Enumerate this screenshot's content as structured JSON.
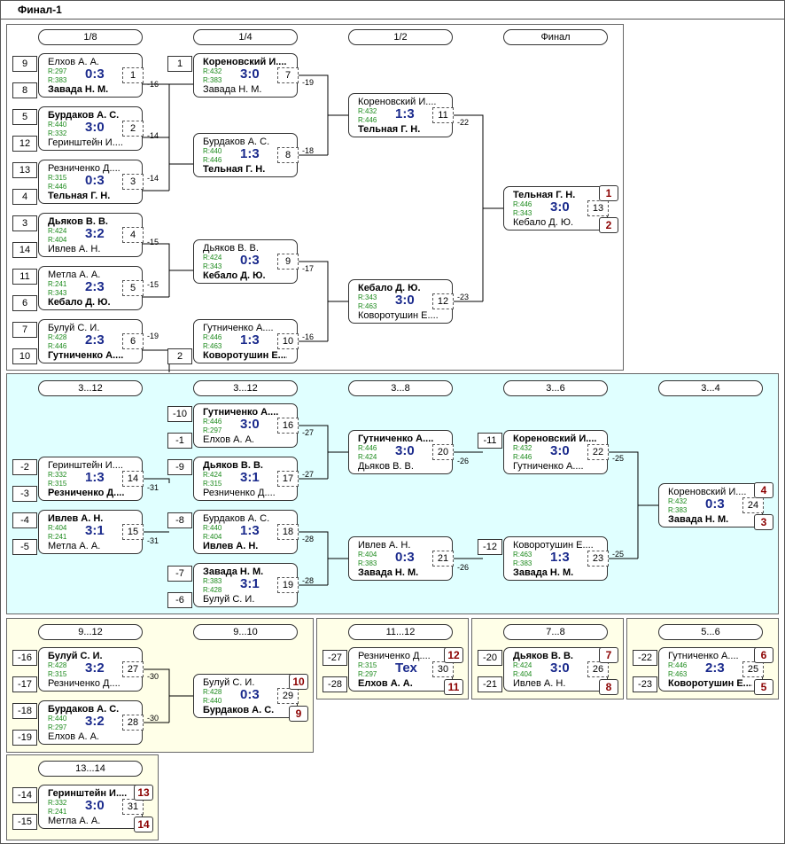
{
  "tab": {
    "title": "Финал-1"
  },
  "sections": [
    {
      "id": "s1",
      "bg": "#ffffff"
    },
    {
      "id": "s2",
      "bg": "#e0ffff"
    },
    {
      "id": "s3",
      "bg": "#ffffe8"
    },
    {
      "id": "s4",
      "bg": "#ffffe8"
    },
    {
      "id": "s5",
      "bg": "#ffffe8"
    },
    {
      "id": "s6",
      "bg": "#ffffe8"
    },
    {
      "id": "s7",
      "bg": "#ffffe8"
    }
  ],
  "round_labels": [
    "1/8",
    "1/4",
    "1/2",
    "Финал",
    "3...12",
    "3...12",
    "3...8",
    "3...6",
    "3...4",
    "9...12",
    "9...10",
    "11...12",
    "7...8",
    "5...6",
    "13...14"
  ],
  "seeds": [
    "9",
    "8",
    "5",
    "12",
    "13",
    "4",
    "3",
    "14",
    "11",
    "6",
    "7",
    "10",
    "1",
    "2",
    "-2",
    "-3",
    "-4",
    "-5",
    "-10",
    "-1",
    "-9",
    "-11",
    "-8",
    "-7",
    "-6",
    "-12",
    "-16",
    "-17",
    "-18",
    "-19",
    "-27",
    "-28",
    "-20",
    "-21",
    "-22",
    "-23",
    "-14",
    "-15"
  ],
  "places": [
    "1",
    "2",
    "4",
    "3",
    "10",
    "9",
    "12",
    "11",
    "7",
    "8",
    "6",
    "5",
    "13",
    "14"
  ],
  "feeds": [
    "-16",
    "-14",
    "-14",
    "-15",
    "-15",
    "-19",
    "-19",
    "-18",
    "-17",
    "-16",
    "-22",
    "-23",
    "-31",
    "-31",
    "-27",
    "-27",
    "-28",
    "-28",
    "-26",
    "-26",
    "-25",
    "-25",
    "-30",
    "-30"
  ],
  "matches": [
    {
      "no": "1",
      "top": "Елхов А. А.",
      "bot": "Завада Н. М.",
      "r1": "R:297",
      "r2": "R:383",
      "score": "0:3",
      "w": 2
    },
    {
      "no": "2",
      "top": "Бурдаков А. С.",
      "bot": "Геринштейн И....",
      "r1": "R:440",
      "r2": "R:332",
      "score": "3:0",
      "w": 1
    },
    {
      "no": "3",
      "top": "Резниченко Д....",
      "bot": "Тельная Г. Н.",
      "r1": "R:315",
      "r2": "R:446",
      "score": "0:3",
      "w": 2
    },
    {
      "no": "4",
      "top": "Дьяков В. В.",
      "bot": "Ивлев А. Н.",
      "r1": "R:424",
      "r2": "R:404",
      "score": "3:2",
      "w": 1
    },
    {
      "no": "5",
      "top": "Метла А. А.",
      "bot": "Кебало Д. Ю.",
      "r1": "R:241",
      "r2": "R:343",
      "score": "2:3",
      "w": 2
    },
    {
      "no": "6",
      "top": "Булуй С. И.",
      "bot": "Гутниченко А....",
      "r1": "R:428",
      "r2": "R:446",
      "score": "2:3",
      "w": 2
    },
    {
      "no": "7",
      "top": "Кореновский И....",
      "bot": "Завада Н. М.",
      "r1": "R:432",
      "r2": "R:383",
      "score": "3:0",
      "w": 1
    },
    {
      "no": "8",
      "top": "Бурдаков А. С.",
      "bot": "Тельная Г. Н.",
      "r1": "R:440",
      "r2": "R:446",
      "score": "1:3",
      "w": 2
    },
    {
      "no": "9",
      "top": "Дьяков В. В.",
      "bot": "Кебало Д. Ю.",
      "r1": "R:424",
      "r2": "R:343",
      "score": "0:3",
      "w": 2
    },
    {
      "no": "10",
      "top": "Гутниченко А....",
      "bot": "Коворотушин Е....",
      "r1": "R:446",
      "r2": "R:463",
      "score": "1:3",
      "w": 2
    },
    {
      "no": "11",
      "top": "Кореновский И....",
      "bot": "Тельная Г. Н.",
      "r1": "R:432",
      "r2": "R:446",
      "score": "1:3",
      "w": 2
    },
    {
      "no": "12",
      "top": "Кебало Д. Ю.",
      "bot": "Коворотушин Е....",
      "r1": "R:343",
      "r2": "R:463",
      "score": "3:0",
      "w": 1
    },
    {
      "no": "13",
      "top": "Тельная Г. Н.",
      "bot": "Кебало Д. Ю.",
      "r1": "R:446",
      "r2": "R:343",
      "score": "3:0",
      "w": 1
    },
    {
      "no": "14",
      "top": "Геринштейн И....",
      "bot": "Резниченко Д....",
      "r1": "R:332",
      "r2": "R:315",
      "score": "1:3",
      "w": 2
    },
    {
      "no": "15",
      "top": "Ивлев А. Н.",
      "bot": "Метла А. А.",
      "r1": "R:404",
      "r2": "R:241",
      "score": "3:1",
      "w": 1
    },
    {
      "no": "16",
      "top": "Гутниченко А....",
      "bot": "Елхов А. А.",
      "r1": "R:446",
      "r2": "R:297",
      "score": "3:0",
      "w": 1
    },
    {
      "no": "17",
      "top": "Дьяков В. В.",
      "bot": "Резниченко Д....",
      "r1": "R:424",
      "r2": "R:315",
      "score": "3:1",
      "w": 1
    },
    {
      "no": "18",
      "top": "Бурдаков А. С.",
      "bot": "Ивлев А. Н.",
      "r1": "R:440",
      "r2": "R:404",
      "score": "1:3",
      "w": 2
    },
    {
      "no": "19",
      "top": "Завада Н. М.",
      "bot": "Булуй С. И.",
      "r1": "R:383",
      "r2": "R:428",
      "score": "3:1",
      "w": 1
    },
    {
      "no": "20",
      "top": "Гутниченко А....",
      "bot": "Дьяков В. В.",
      "r1": "R:446",
      "r2": "R:424",
      "score": "3:0",
      "w": 1
    },
    {
      "no": "21",
      "top": "Ивлев А. Н.",
      "bot": "Завада Н. М.",
      "r1": "R:404",
      "r2": "R:383",
      "score": "0:3",
      "w": 2
    },
    {
      "no": "22",
      "top": "Кореновский И....",
      "bot": "Гутниченко А....",
      "r1": "R:432",
      "r2": "R:446",
      "score": "3:0",
      "w": 1
    },
    {
      "no": "23",
      "top": "Коворотушин Е....",
      "bot": "Завада Н. М.",
      "r1": "R:463",
      "r2": "R:383",
      "score": "1:3",
      "w": 2
    },
    {
      "no": "24",
      "top": "Кореновский И....",
      "bot": "Завада Н. М.",
      "r1": "R:432",
      "r2": "R:383",
      "score": "0:3",
      "w": 2
    },
    {
      "no": "27",
      "top": "Булуй С. И.",
      "bot": "Резниченко Д....",
      "r1": "R:428",
      "r2": "R:315",
      "score": "3:2",
      "w": 1
    },
    {
      "no": "28",
      "top": "Бурдаков А. С.",
      "bot": "Елхов А. А.",
      "r1": "R:440",
      "r2": "R:297",
      "score": "3:2",
      "w": 1
    },
    {
      "no": "29",
      "top": "Булуй С. И.",
      "bot": "Бурдаков А. С.",
      "r1": "R:428",
      "r2": "R:440",
      "score": "0:3",
      "w": 2
    },
    {
      "no": "30",
      "top": "Резниченко Д....",
      "bot": "Елхов А. А.",
      "r1": "R:315",
      "r2": "R:297",
      "score": "Тех",
      "w": 2
    },
    {
      "no": "26",
      "top": "Дьяков В. В.",
      "bot": "Ивлев А. Н.",
      "r1": "R:424",
      "r2": "R:404",
      "score": "3:0",
      "w": 1
    },
    {
      "no": "25",
      "top": "Гутниченко А....",
      "bot": "Коворотушин Е....",
      "r1": "R:446",
      "r2": "R:463",
      "score": "2:3",
      "w": 2
    },
    {
      "no": "31",
      "top": "Геринштейн И....",
      "bot": "Метла А. А.",
      "r1": "R:332",
      "r2": "R:241",
      "score": "3:0",
      "w": 1
    }
  ]
}
